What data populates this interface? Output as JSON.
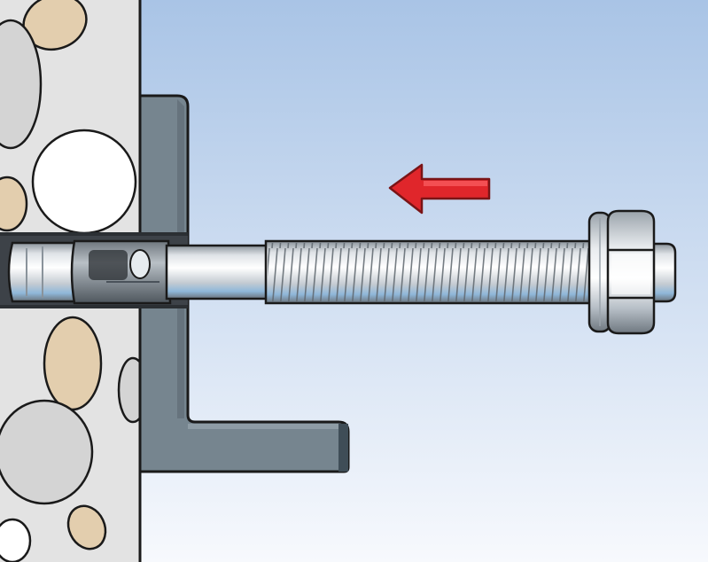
{
  "illustration": {
    "subject": "wedge-anchor-installation-step",
    "elements": [
      "concrete-wall",
      "aggregate-stones",
      "drilled-hole",
      "angle-bracket",
      "wedge-anchor-bolt",
      "hex-nut",
      "washer",
      "insert-direction-arrow"
    ],
    "arrow_direction": "left",
    "colors": {
      "sky_top": "#a9c4e6",
      "sky_bottom": "#f7f9fd",
      "concrete": "#e3e3e3",
      "stone_tan": "#e3ceae",
      "stone_white": "#ffffff",
      "stone_grey": "#d4d4d4",
      "bracket": "#76858f",
      "bracket_dark": "#3f4d57",
      "steel_light": "#f1f2f3",
      "steel_mid": "#b7bec5",
      "steel_dark": "#6b737b",
      "accent_blue": "#8fb7d9",
      "arrow_red": "#e0262b",
      "outline": "#1a1a1a"
    }
  }
}
